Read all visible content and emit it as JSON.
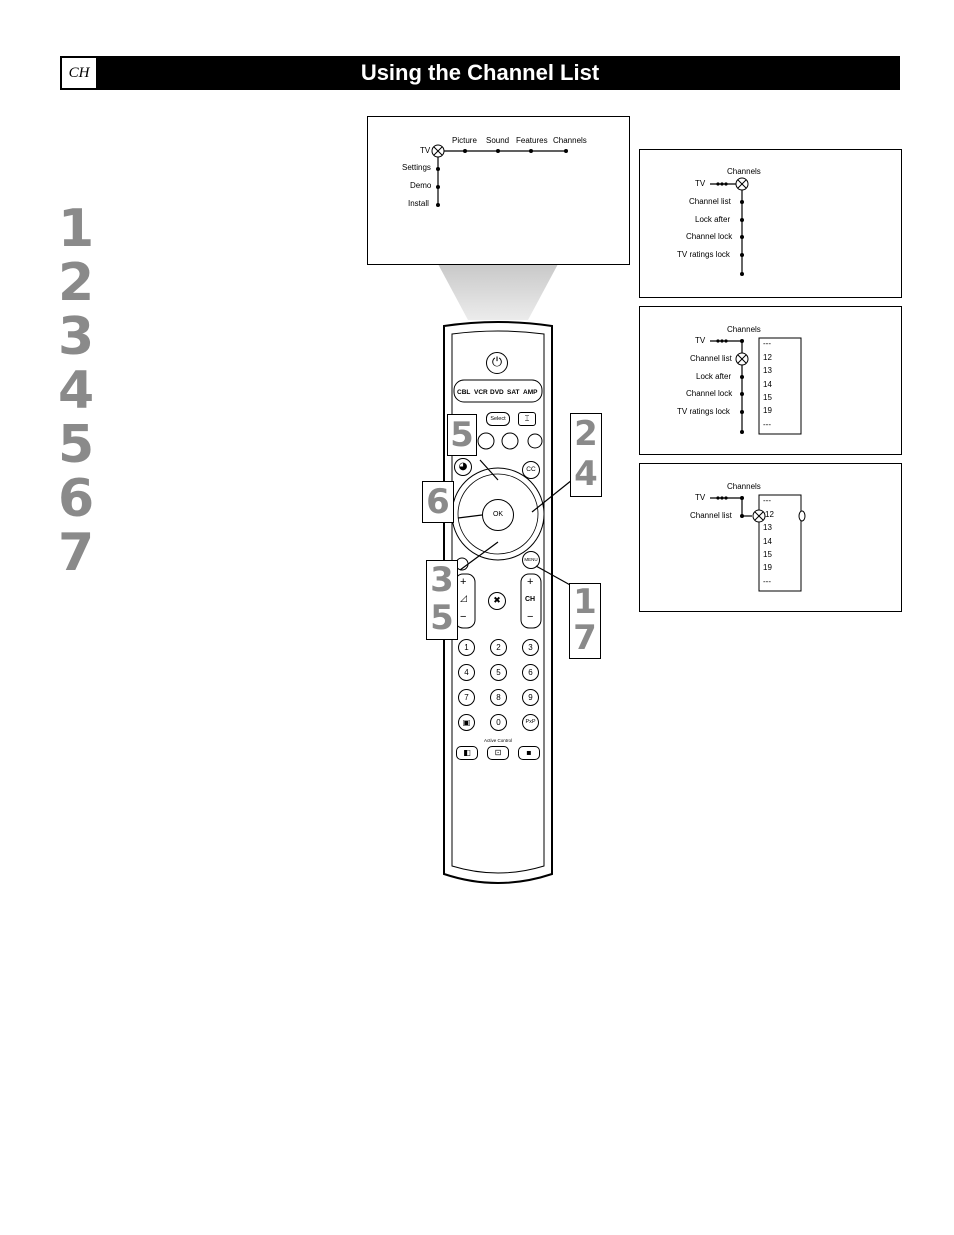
{
  "header": {
    "tag": "CH",
    "title": "Using the Channel List"
  },
  "steps": [
    "1",
    "2",
    "3",
    "4",
    "5",
    "6",
    "7"
  ],
  "menu_main": {
    "root": "TV",
    "top_items": [
      "Picture",
      "Sound",
      "Features",
      "Channels"
    ],
    "side_items": [
      "Settings",
      "Demo",
      "Install"
    ]
  },
  "menu_channels": {
    "root": "TV",
    "header": "Channels",
    "items": [
      "Channel  list",
      "Lock  after",
      "Channel  lock",
      "TV  ratings  lock"
    ]
  },
  "menu_list": {
    "root": "TV",
    "header": "Channels",
    "items": [
      "Channel  list",
      "Lock  after",
      "Channel  lock",
      "TV  ratings  lock"
    ],
    "list": [
      "---",
      "12",
      "13",
      "14",
      "15",
      "19",
      "---"
    ]
  },
  "menu_selected": {
    "root": "TV",
    "header": "Channels",
    "item": "Channel  list",
    "list": [
      "---",
      "12",
      "13",
      "14",
      "15",
      "19",
      "---"
    ]
  },
  "remote": {
    "source_buttons": [
      "CBL",
      "VCR",
      "DVD",
      "SAT",
      "AMP"
    ],
    "select_label": "Select",
    "ok_label": "OK",
    "cc_label": "CC",
    "menu_label": "MENU",
    "ch_label": "CH",
    "plus": "+",
    "minus": "−",
    "numbers": [
      "1",
      "2",
      "3",
      "4",
      "5",
      "6",
      "7",
      "8",
      "9",
      "0"
    ],
    "pip_label": "PxP",
    "active_control": "Active Control"
  },
  "callouts": {
    "c24": [
      "2",
      "4"
    ],
    "c5": "5",
    "c6": "6",
    "c35": [
      "3",
      "5"
    ],
    "c17": [
      "1",
      "7"
    ]
  }
}
